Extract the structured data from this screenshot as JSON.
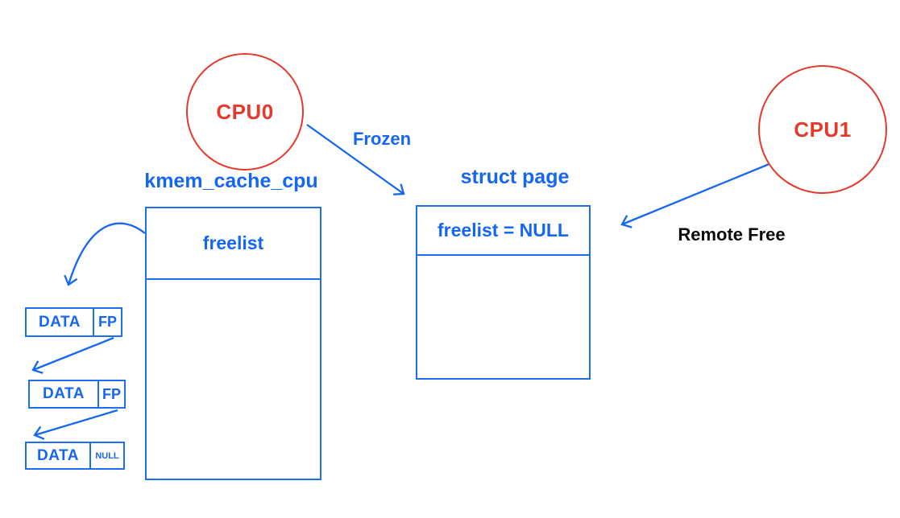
{
  "colors": {
    "blue": "#1566f0",
    "border_blue": "#1e6ef2",
    "red": "#e5392b",
    "black": "#0b0b0b",
    "background": "#ffffff"
  },
  "nodes": {
    "cpu0": {
      "label": "CPU0"
    },
    "cpu1": {
      "label": "CPU1"
    },
    "kmem_cache_cpu": {
      "title": "kmem_cache_cpu",
      "field": "freelist"
    },
    "struct_page": {
      "title": "struct page",
      "field": "freelist = NULL"
    },
    "freelist_blocks": [
      {
        "data": "DATA",
        "pointer": "FP"
      },
      {
        "data": "DATA",
        "pointer": "FP"
      },
      {
        "data": "DATA",
        "pointer": "NULL"
      }
    ]
  },
  "edges": {
    "frozen": {
      "label": "Frozen"
    },
    "remote_free": {
      "label": "Remote Free"
    }
  }
}
